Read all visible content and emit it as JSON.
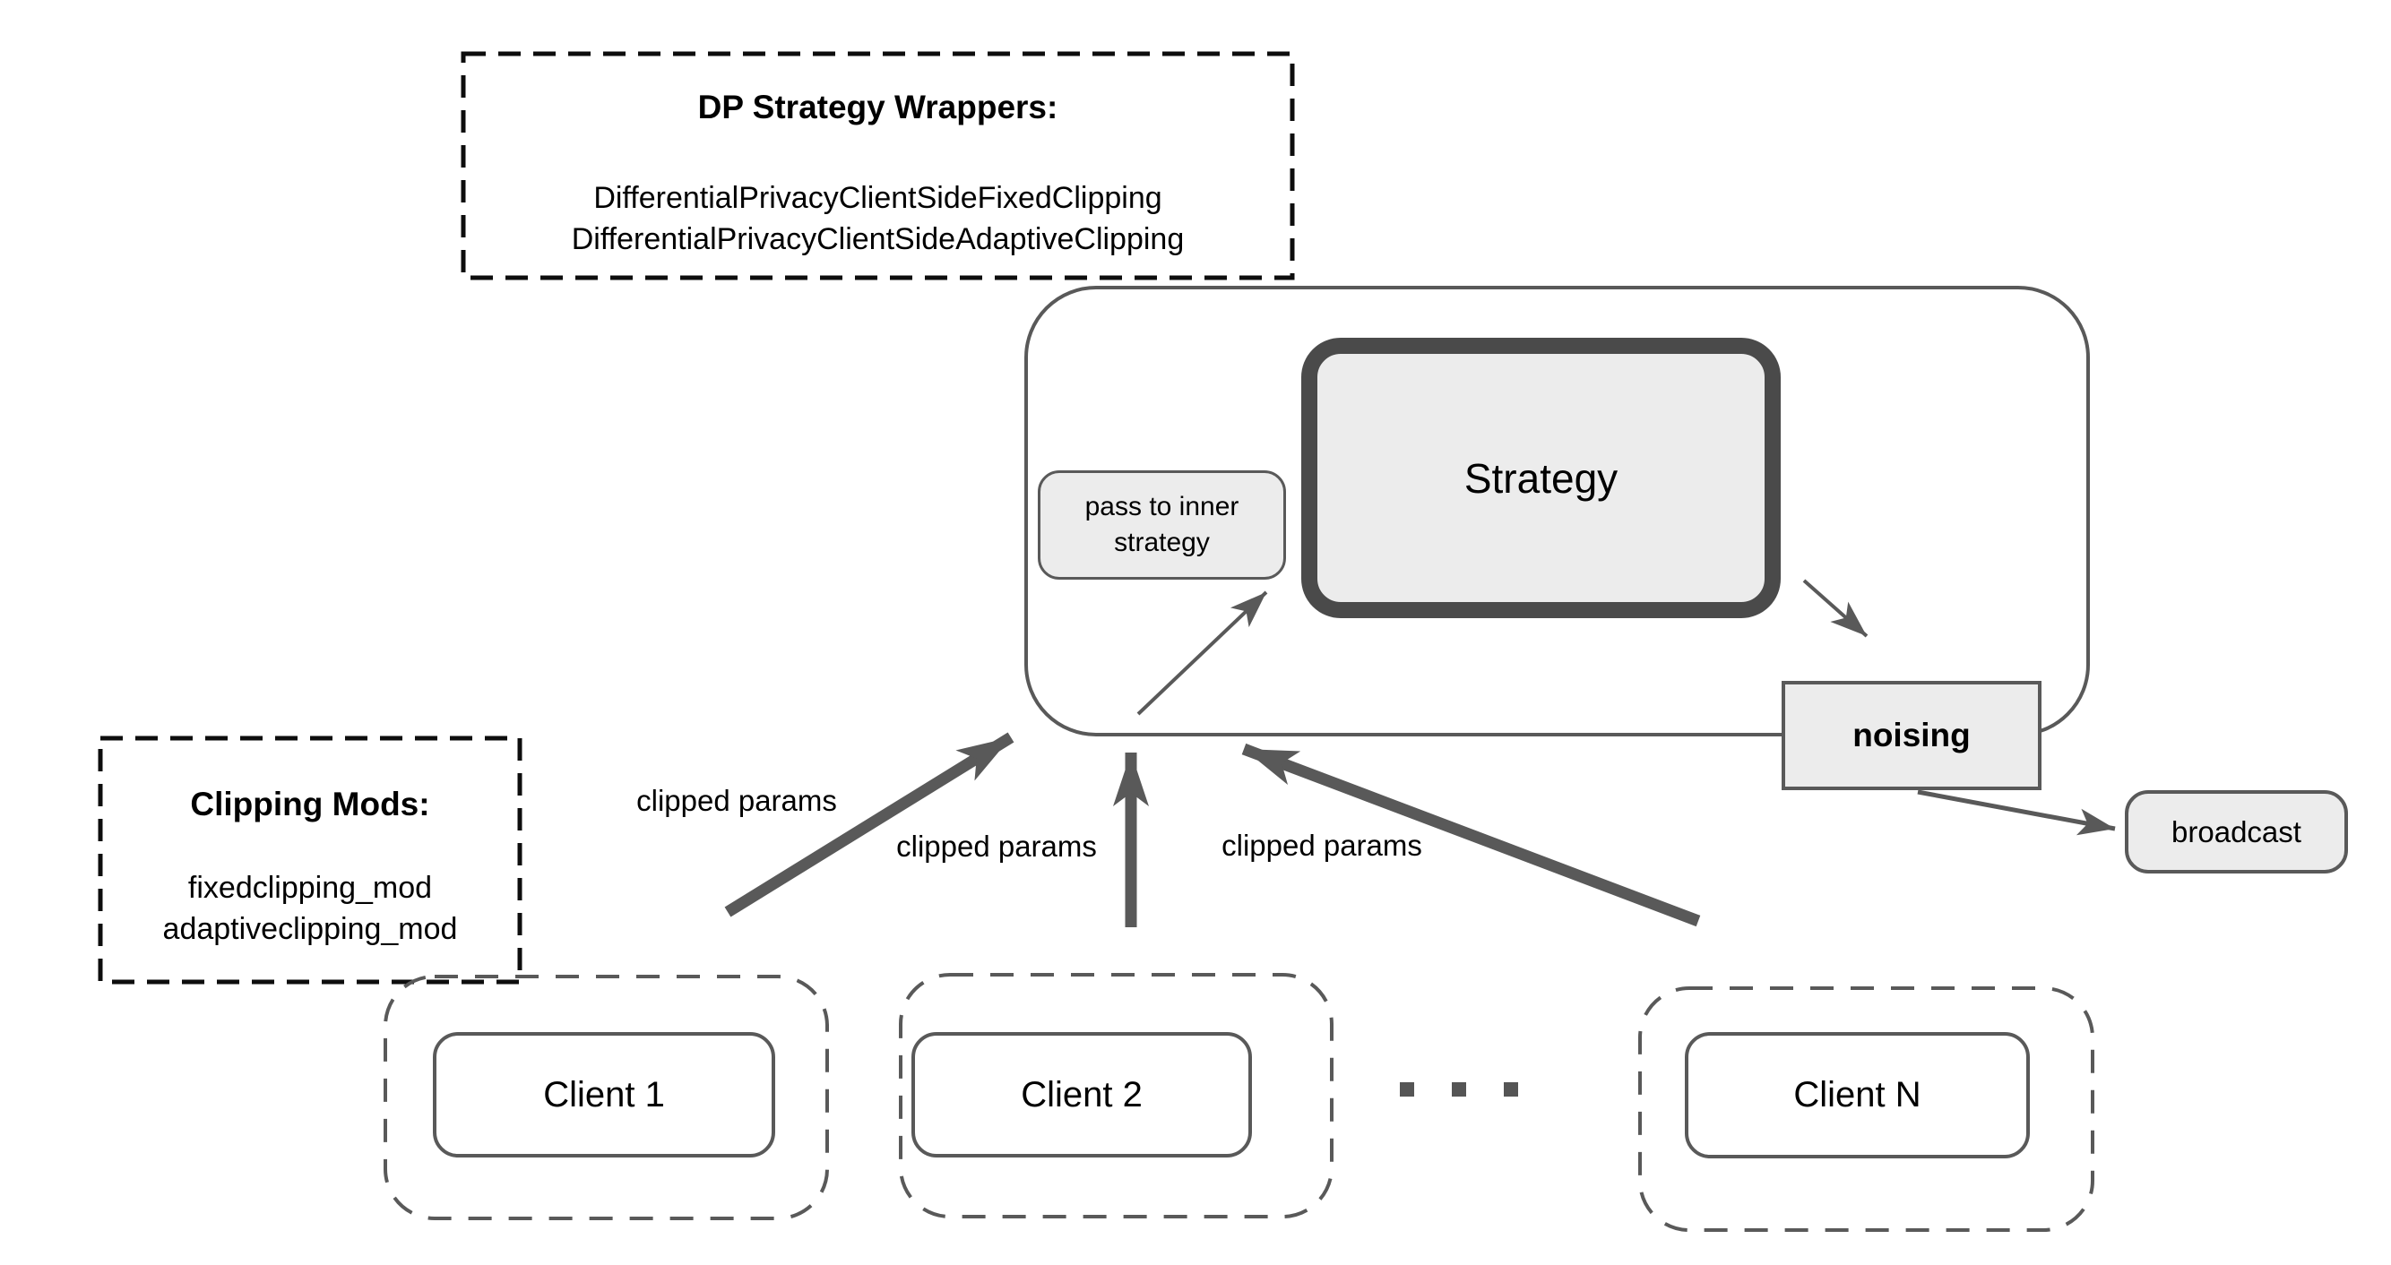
{
  "diagram_title": "DP strategy wrapper architecture diagram",
  "colors": {
    "background": "#ffffff",
    "box_fill": "#ececec",
    "stroke_gray": "#595959",
    "strategy_border": "#4a4a4a",
    "dashed_black": "#0d0d0d",
    "text": "#000000"
  },
  "dp_strategy_wrappers": {
    "title": "DP Strategy Wrappers:",
    "items": [
      "DifferentialPrivacyClientSideFixedClipping",
      "DifferentialPrivacyClientSideAdaptiveClipping"
    ]
  },
  "clipping_mods": {
    "title": "Clipping Mods:",
    "items": [
      "fixedclipping_mod",
      "adaptiveclipping_mod"
    ]
  },
  "server_box": {
    "pass_to_inner": "pass to inner strategy",
    "strategy": "Strategy",
    "noising": "noising",
    "broadcast": "broadcast"
  },
  "arrows": {
    "clipped_params": [
      "clipped params",
      "clipped params",
      "clipped params"
    ]
  },
  "clients": {
    "labels": [
      "Client 1",
      "Client 2",
      "Client N"
    ],
    "ellipsis_dots": 3
  }
}
